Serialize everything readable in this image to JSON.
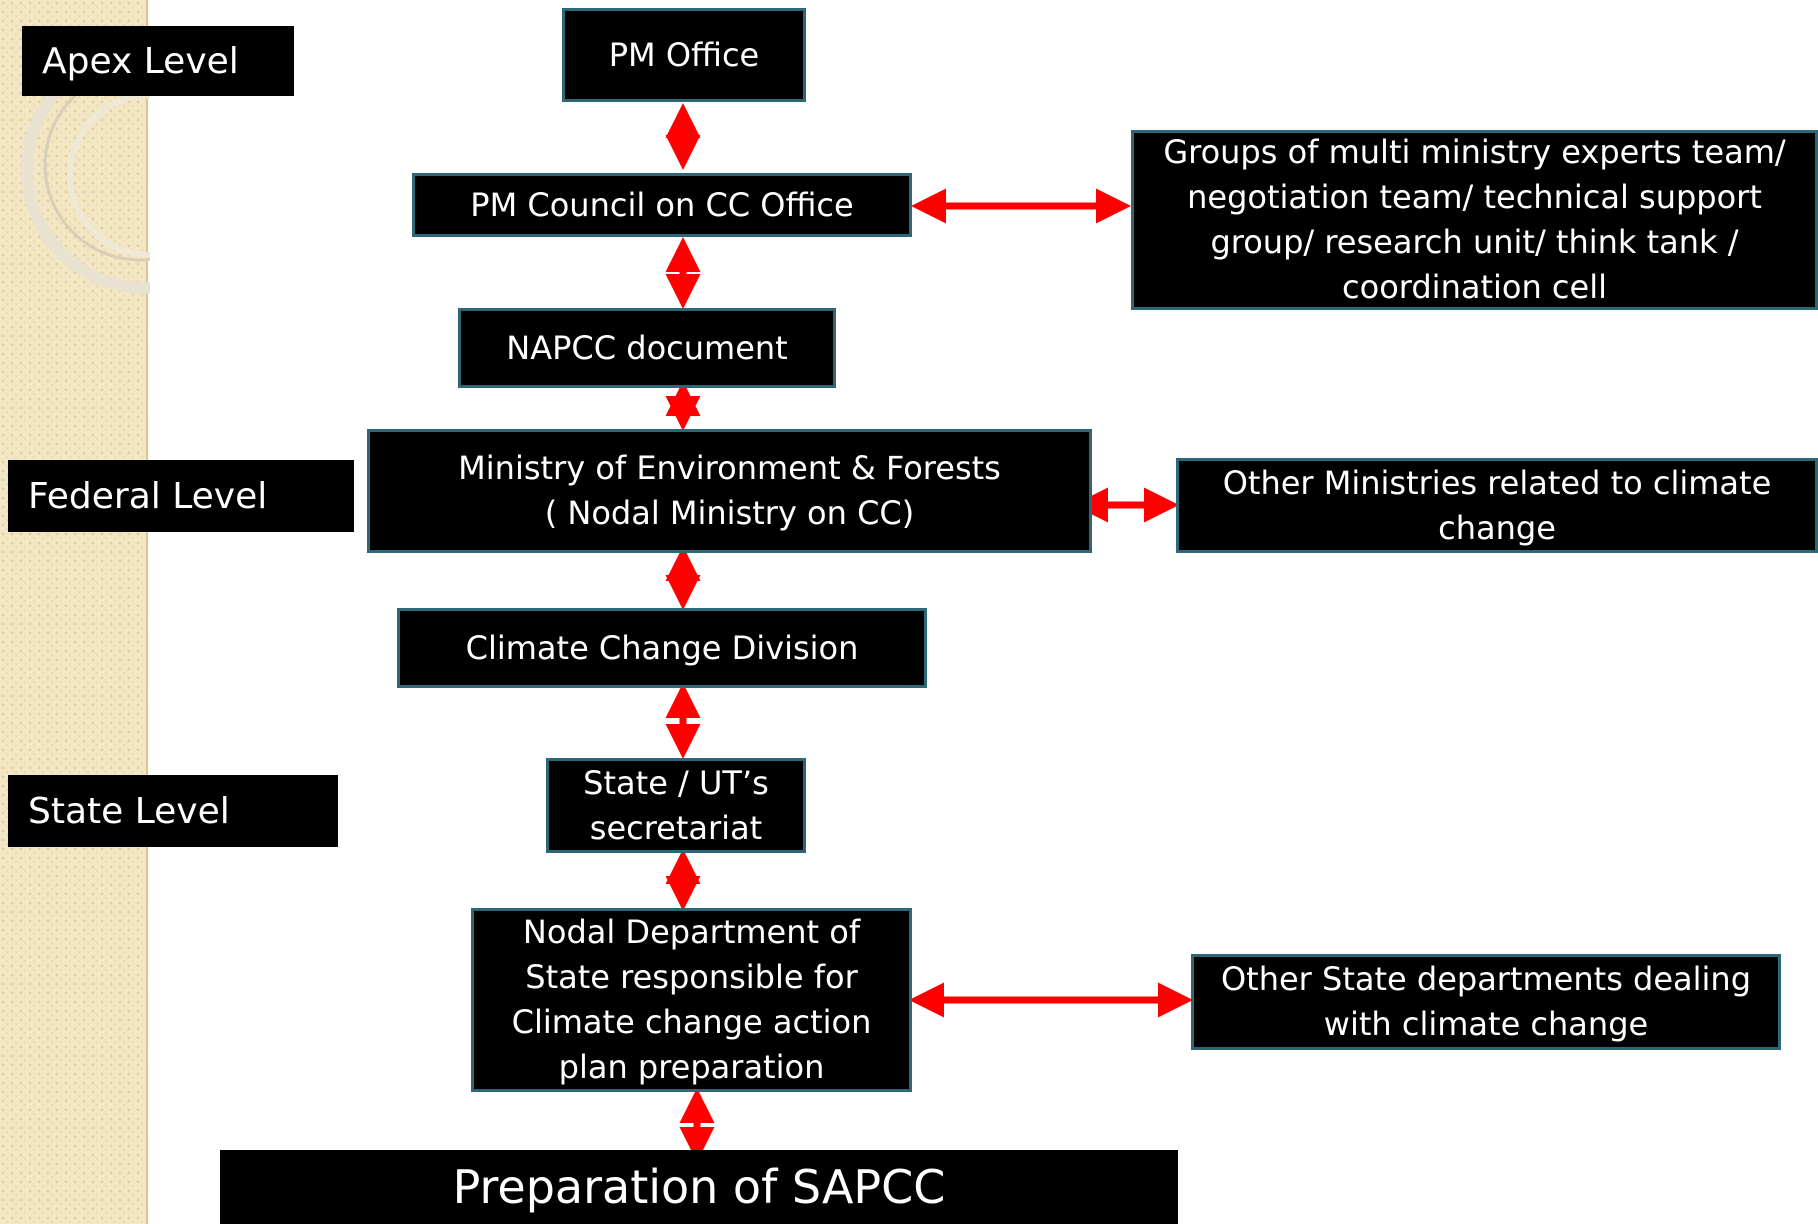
{
  "levels": {
    "apex": "Apex Level",
    "federal": "Federal Level",
    "state": "State Level"
  },
  "boxes": {
    "pm_office": "PM  Office",
    "pm_council": "PM  Council on CC Office",
    "expert_groups": "Groups of multi ministry experts team/ negotiation team/ technical support group/ research unit/ think tank / coordination cell",
    "napcc_document": "NAPCC document",
    "moef": "Ministry of Environment & Forests\n( Nodal Ministry on CC)",
    "other_ministries": "Other Ministries related to climate change",
    "cc_division": "Climate Change Division",
    "state_secretariat": "State / UT’s\nsecretariat",
    "nodal_department": "Nodal Department of\nState  responsible for\nClimate change action\nplan preparation",
    "other_state_departments": "Other State departments dealing with climate change",
    "final": "Preparation of SAPCC"
  },
  "colors": {
    "arrow": "#ff0000",
    "box_border": "#2e6778",
    "box_fill": "#000000",
    "text": "#ffffff"
  }
}
